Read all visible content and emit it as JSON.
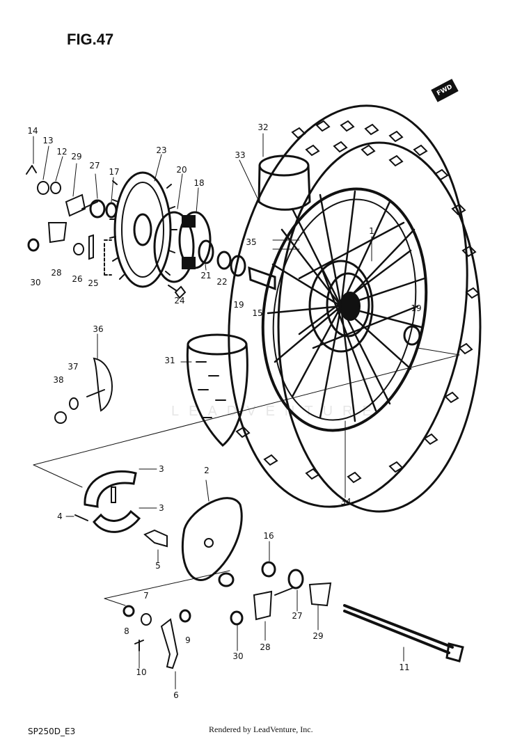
{
  "header": {
    "fig_title": "FIG.47",
    "fwd_badge": "FWD"
  },
  "watermark": "LEADVENTURE",
  "footer": {
    "model_code": "SP250D_E3",
    "credit": "Rendered by LeadVenture, Inc."
  },
  "part_labels": [
    {
      "id": "p14a",
      "text": "14"
    },
    {
      "id": "p13",
      "text": "13"
    },
    {
      "id": "p12",
      "text": "12"
    },
    {
      "id": "p29a",
      "text": "29"
    },
    {
      "id": "p27a",
      "text": "27"
    },
    {
      "id": "p17",
      "text": "17"
    },
    {
      "id": "p23",
      "text": "23"
    },
    {
      "id": "p20",
      "text": "20"
    },
    {
      "id": "p18",
      "text": "18"
    },
    {
      "id": "p32",
      "text": "32"
    },
    {
      "id": "p33",
      "text": "33"
    },
    {
      "id": "p1",
      "text": "1"
    },
    {
      "id": "p35",
      "text": "35"
    },
    {
      "id": "p28a",
      "text": "28"
    },
    {
      "id": "p30a",
      "text": "30"
    },
    {
      "id": "p26",
      "text": "26"
    },
    {
      "id": "p25",
      "text": "25"
    },
    {
      "id": "p21",
      "text": "21"
    },
    {
      "id": "p22",
      "text": "22"
    },
    {
      "id": "p19a",
      "text": "19"
    },
    {
      "id": "p15",
      "text": "15"
    },
    {
      "id": "p19b",
      "text": "19"
    },
    {
      "id": "p24",
      "text": "24"
    },
    {
      "id": "p36",
      "text": "36"
    },
    {
      "id": "p31",
      "text": "31"
    },
    {
      "id": "p37",
      "text": "37"
    },
    {
      "id": "p38",
      "text": "38"
    },
    {
      "id": "p3a",
      "text": "3"
    },
    {
      "id": "p2",
      "text": "2"
    },
    {
      "id": "p34",
      "text": "34"
    },
    {
      "id": "p4",
      "text": "4"
    },
    {
      "id": "p3b",
      "text": "3"
    },
    {
      "id": "p5",
      "text": "5"
    },
    {
      "id": "p16",
      "text": "16"
    },
    {
      "id": "p7",
      "text": "7"
    },
    {
      "id": "p8",
      "text": "8"
    },
    {
      "id": "p9",
      "text": "9"
    },
    {
      "id": "p27b",
      "text": "27"
    },
    {
      "id": "p29b",
      "text": "29"
    },
    {
      "id": "p30b",
      "text": "30"
    },
    {
      "id": "p28b",
      "text": "28"
    },
    {
      "id": "p10",
      "text": "10"
    },
    {
      "id": "p11",
      "text": "11"
    },
    {
      "id": "p6",
      "text": "6"
    }
  ]
}
